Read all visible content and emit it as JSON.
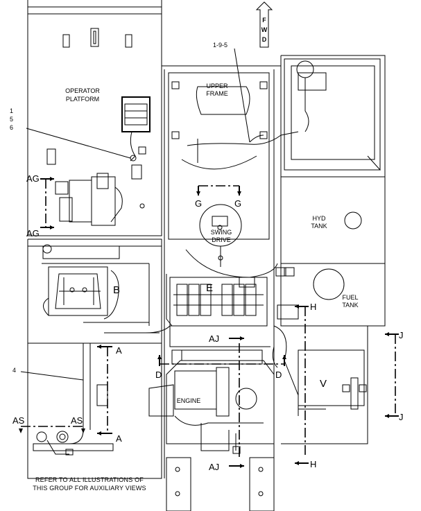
{
  "diagram": {
    "fwd_arrow": "FWD",
    "callouts": {
      "part_1_9_5": "1-9-5",
      "part_1": "1",
      "part_5": "5",
      "part_6": "6",
      "part_4": "4"
    },
    "components": {
      "operator_platform_line1": "OPERATOR",
      "operator_platform_line2": "PLATFORM",
      "upper_frame_line1": "UPPER",
      "upper_frame_line2": "FRAME",
      "hyd_tank_line1": "HYD",
      "hyd_tank_line2": "TANK",
      "fuel_tank_line1": "FUEL",
      "fuel_tank_line2": "TANK",
      "swing_drive_line1": "SWING",
      "swing_drive_line2": "DRIVE",
      "engine": "ENGINE"
    },
    "detail_letters": {
      "b": "B",
      "e": "E",
      "v": "V"
    },
    "section_markers": {
      "ag_top": "AG",
      "ag_bottom": "AG",
      "g_left": "G",
      "g_right": "G",
      "a_top": "A",
      "a_bottom": "A",
      "d_left": "D",
      "d_right": "D",
      "aj_top": "AJ",
      "aj_bottom": "AJ",
      "h_top": "H",
      "h_bottom": "H",
      "j_top": "J",
      "j_bottom": "J",
      "as_left": "AS",
      "as_right": "AS"
    },
    "note_line1": "REFER TO ALL ILLUSTRATIONS OF",
    "note_line2": "THIS GROUP FOR AUXILIARY VIEWS"
  }
}
